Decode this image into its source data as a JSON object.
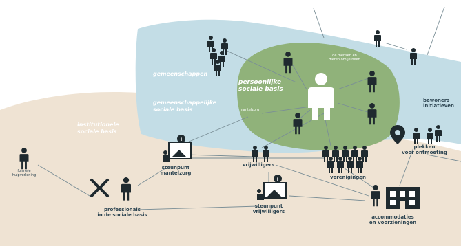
{
  "labels": {
    "gemeenschappen": "gemeenschappen",
    "persoonlijke_1": "persoonlijke",
    "persoonlijke_2": "sociale basis",
    "gemeenschappelijke_1": "gemeenschappelijke",
    "gemeenschappelijke_2": "sociale basis",
    "institutionele_1": "institutionele",
    "institutionele_2": "sociale basis",
    "bewoners_1": "bewoners",
    "bewoners_2": "initiatieven",
    "mantelzorg_small": "mantelzorg",
    "small_top_1": "de mensen en",
    "small_top_2": "dieren om je heen",
    "steunpunt_mz_1": "steunpunt",
    "steunpunt_mz_2": "mantelzorg",
    "vrijwilligers": "vrijwilligers",
    "verenigingen": "verenigingen",
    "plekken_1": "plekken",
    "plekken_2": "voor ontmoeting",
    "formele_1": "formele",
    "formele_2": "hulpverlening",
    "professionals_1": "professionals",
    "professionals_2": "in de sociale basis",
    "steunpunt_vw_1": "steunpunt",
    "steunpunt_vw_2": "vrijwilligers",
    "accommodaties_1": "accommodaties",
    "accommodaties_2": "en voorzieningen"
  },
  "colors": {
    "beige": "#efe3d3",
    "blue": "#c3dde6",
    "green": "#90b27a",
    "dark": "#1f2a2f",
    "text": "#2c4451"
  },
  "icons": [
    "person-icon",
    "tools-icon",
    "building-icon",
    "location-pin-icon",
    "easel-icon"
  ]
}
